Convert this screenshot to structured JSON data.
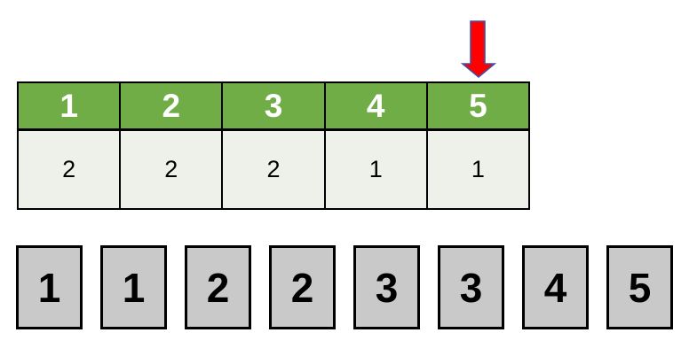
{
  "count_table": {
    "header_values": [
      "1",
      "2",
      "3",
      "4",
      "5"
    ],
    "count_values": [
      "2",
      "2",
      "2",
      "1",
      "1"
    ]
  },
  "pointer": {
    "icon": "down-arrow",
    "points_to_header_value": "5"
  },
  "array_items": [
    "1",
    "1",
    "2",
    "2",
    "3",
    "3",
    "4",
    "5"
  ],
  "colors": {
    "table_header_green": "#70AD47",
    "table_body_light_green": "#EDF1E9",
    "box_gray": "#C9C9C9",
    "arrow_red": "#FF0000",
    "arrow_outline_blue": "#3F51A5",
    "border_black": "#000000",
    "header_text_white": "#FFFFFF"
  }
}
